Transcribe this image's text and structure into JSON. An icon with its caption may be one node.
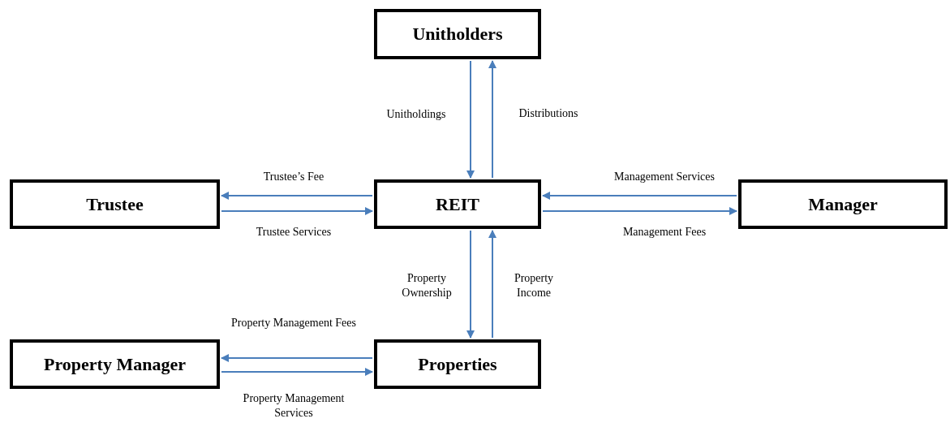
{
  "diagram": {
    "nodes": [
      {
        "text": [
          "Unitholders"
        ]
      },
      {
        "text": [
          "Trustee"
        ]
      },
      {
        "text": [
          "REIT"
        ]
      },
      {
        "text": [
          "Manager"
        ]
      },
      {
        "text": [
          "Property Manager"
        ]
      },
      {
        "text": [
          "Properties"
        ]
      }
    ],
    "edges": [
      {
        "from": 0,
        "to": 2,
        "arrow": "to",
        "label": "Unitholdings"
      },
      {
        "from": 2,
        "to": 0,
        "arrow": "to",
        "label": "Distributions"
      },
      {
        "from": 2,
        "to": 1,
        "arrow": "to",
        "label": "Trustee’s Fee"
      },
      {
        "from": 1,
        "to": 2,
        "arrow": "to",
        "label": "Trustee Services"
      },
      {
        "from": 3,
        "to": 2,
        "arrow": "to",
        "label": "Management Services"
      },
      {
        "from": 2,
        "to": 3,
        "arrow": "to",
        "label": "Management Fees"
      },
      {
        "from": 2,
        "to": 5,
        "arrow": "to",
        "label": "Property Ownership"
      },
      {
        "from": 5,
        "to": 2,
        "arrow": "to",
        "label": "Property Income"
      },
      {
        "from": 5,
        "to": 4,
        "arrow": "to",
        "label": "Property Management Fees"
      },
      {
        "from": 4,
        "to": 5,
        "arrow": "to",
        "label": "Property Management Services"
      }
    ]
  }
}
